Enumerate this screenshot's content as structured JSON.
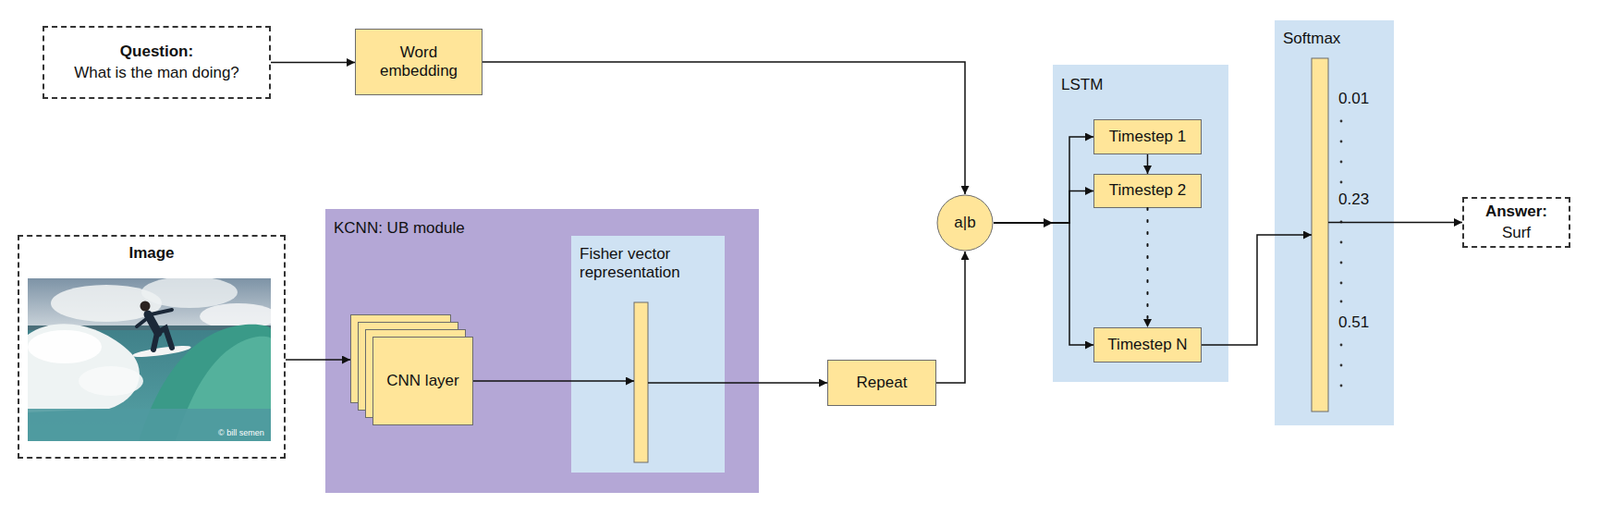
{
  "diagram": {
    "nodes": [
      {
        "text": [
          "Question:",
          "What is the man doing?"
        ]
      },
      {
        "text": [
          "Word embedding"
        ]
      },
      {
        "text": [
          "Image"
        ]
      },
      {
        "text": [
          "KCNN: UB module"
        ]
      },
      {
        "text": [
          "CNN layer"
        ],
        "in": 3
      },
      {
        "text": [
          "Fisher vector representation"
        ],
        "in": 3
      },
      {
        "text": [
          "Repeat"
        ]
      },
      {
        "text": [
          "a|b"
        ]
      },
      {
        "text": [
          "LSTM"
        ]
      },
      {
        "text": [
          "Timestep 1"
        ],
        "in": 8
      },
      {
        "text": [
          "Timestep 2"
        ],
        "in": 8
      },
      {
        "text": [
          "Timestep N"
        ],
        "in": 8
      },
      {
        "text": [
          "Softmax"
        ]
      },
      {
        "text": [
          "Answer:",
          "Surf"
        ]
      }
    ],
    "edges": [
      {
        "from": 0,
        "to": 1,
        "arrow": "to"
      },
      {
        "from": 1,
        "to": 7,
        "arrow": "to"
      },
      {
        "from": 2,
        "to": 4,
        "arrow": "to"
      },
      {
        "from": 4,
        "to": 5,
        "arrow": "to"
      },
      {
        "from": 5,
        "to": 6,
        "arrow": "to"
      },
      {
        "from": 6,
        "to": 7,
        "arrow": "to"
      },
      {
        "from": 7,
        "to": 9,
        "arrow": "to"
      },
      {
        "from": 7,
        "to": 10,
        "arrow": "to"
      },
      {
        "from": 7,
        "to": 11,
        "arrow": "to"
      },
      {
        "from": 9,
        "to": 10,
        "arrow": "to"
      },
      {
        "from": 10,
        "to": 11,
        "arrow": "to"
      },
      {
        "from": 11,
        "to": 12,
        "arrow": "to"
      },
      {
        "from": 12,
        "to": 13,
        "arrow": "to"
      }
    ],
    "labels": [
      "0.01",
      "0.23",
      "0.51",
      "© bill semen"
    ]
  }
}
